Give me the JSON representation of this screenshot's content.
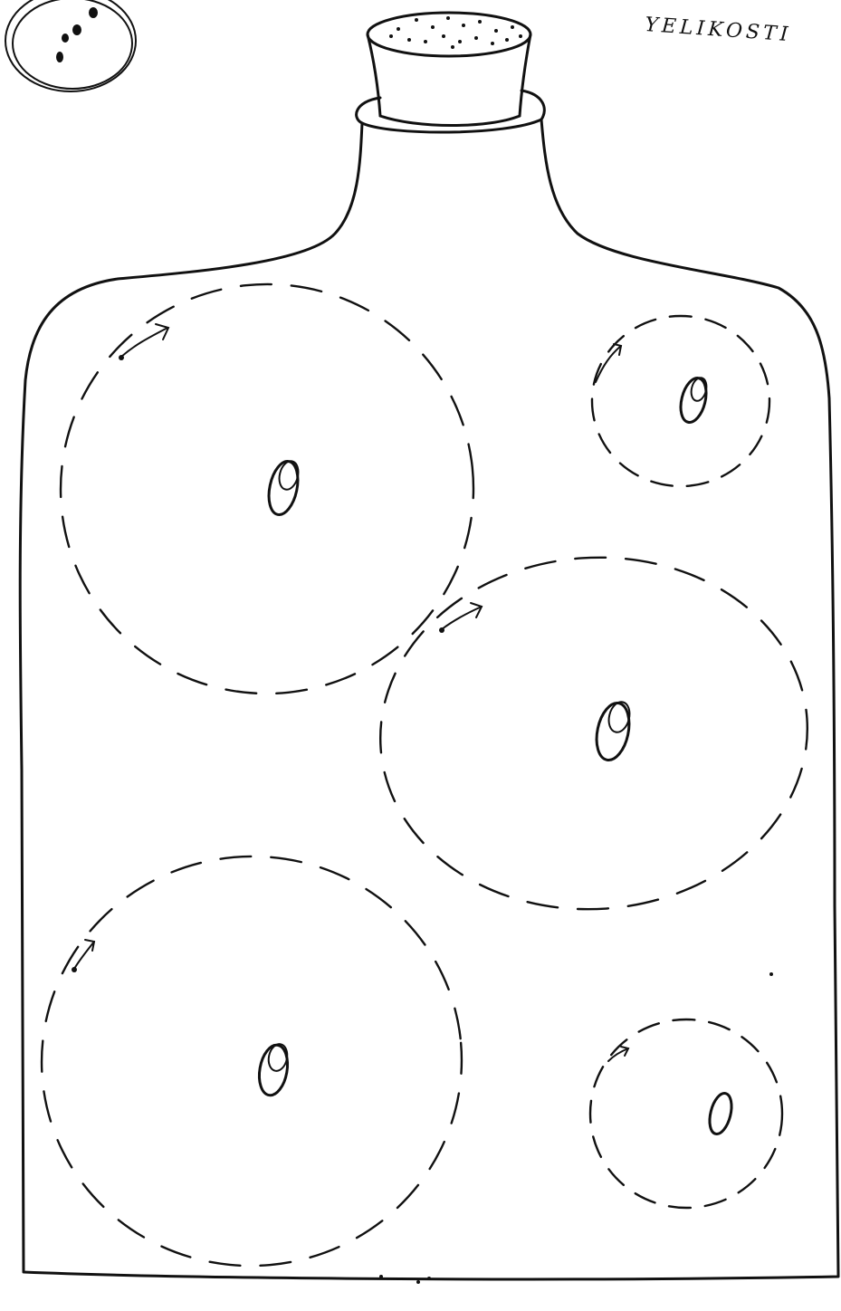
{
  "caption": "YELIKOSTI",
  "ink_color": "#111111",
  "paper_color": "#ffffff",
  "icons": [
    "bottle-sketch",
    "cork-stopper",
    "dashed-circle",
    "seed-oval",
    "arrow-icon",
    "small-circle-sketch"
  ]
}
